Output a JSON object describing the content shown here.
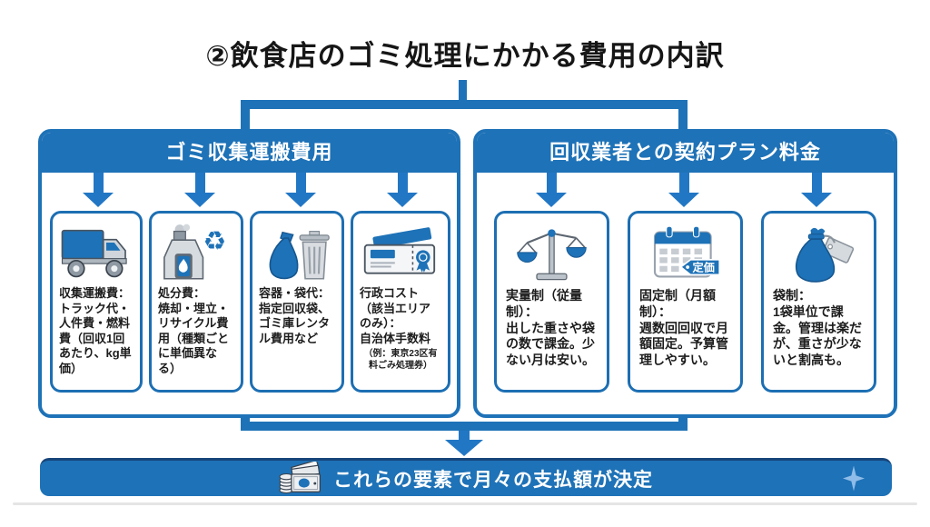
{
  "title": "②飲食店のゴミ処理にかかる費用の内訳",
  "groups": [
    {
      "header": "ゴミ収集運搬費用",
      "cards": [
        {
          "icon": "truck-icon",
          "text": "収集運搬費：\nトラック代・人件費・燃料費（回収1回あたり、kg単価）"
        },
        {
          "icon": "incinerator-recycle-icon",
          "text": "処分費：\n焼却・埋立・リサイクル費用（種類ごとに単価異なる）"
        },
        {
          "icon": "garbage-bag-trashcan-icon",
          "text": "容器・袋代：\n指定回収袋、ゴミ庫レンタル費用など"
        },
        {
          "icon": "ticket-icon",
          "text": "行政コスト（該当エリアのみ）：\n自治体手数料",
          "note": "（例：東京23区有料ごみ処理券）"
        }
      ]
    },
    {
      "header": "回収業者との契約プラン料金",
      "cards": [
        {
          "icon": "balance-scale-icon",
          "text": "実量制（従量制）：\n出した重さや袋の数で課金。少ない月は安い。"
        },
        {
          "icon": "calendar-fixed-price-icon",
          "tag": "定価",
          "text": "固定制（月額制）：\n週数回回収で月額固定。予算管理しやすい。"
        },
        {
          "icon": "bag-price-tag-icon",
          "text": "袋制：\n1袋単位で課金。管理は楽だが、重さが少ないと割高も。"
        }
      ]
    }
  ],
  "footer": {
    "icon": "money-icon",
    "text": "これらの要素で月々の支払額が決定",
    "sparkle_icon": "sparkle-icon"
  },
  "colors": {
    "primary": "#1e72b7",
    "arrow": "#2277c5",
    "card_border": "#1d6fb3",
    "text": "#1c1c1c",
    "footer_border": "#16457a",
    "sparkle": "#8fbce8"
  }
}
